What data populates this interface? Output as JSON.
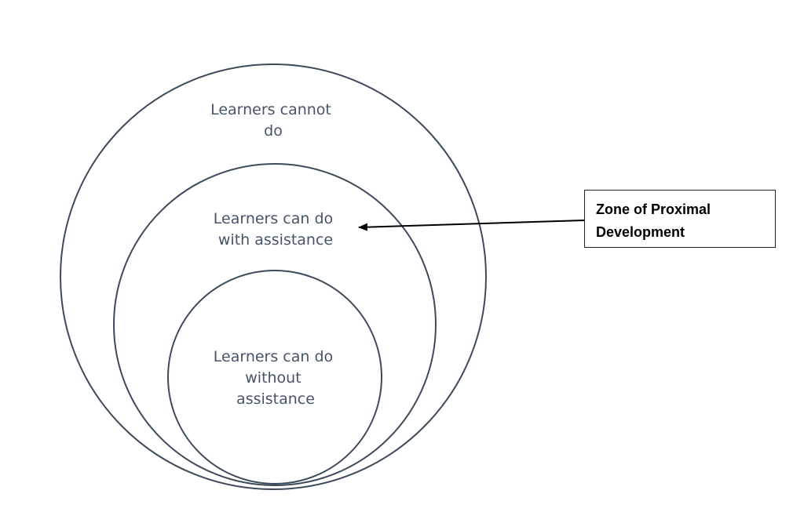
{
  "circles": {
    "outer": {
      "label_lines": [
        "Learners cannot",
        "do"
      ]
    },
    "middle": {
      "label_lines": [
        "Learners can do",
        "with assistance"
      ]
    },
    "inner": {
      "label_lines": [
        "Learners can do",
        "without",
        "assistance"
      ]
    }
  },
  "callout": {
    "label_lines": [
      "Zone of Proximal",
      "Development"
    ],
    "points_to": "middle"
  },
  "colors": {
    "circle_stroke": "#3d4a5c",
    "circle_text": "#46546a",
    "callout_text": "#000000",
    "arrow": "#000000"
  }
}
